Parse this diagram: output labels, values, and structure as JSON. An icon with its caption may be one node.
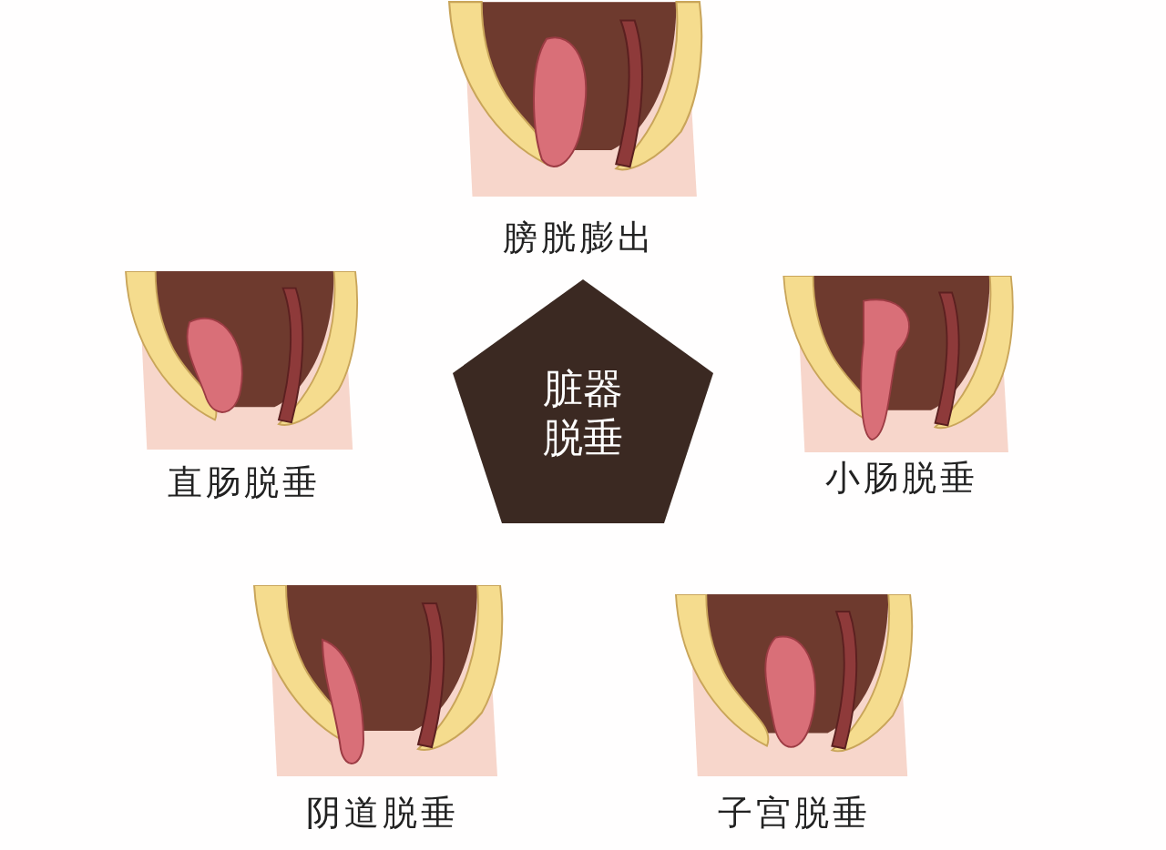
{
  "diagram": {
    "nodes": [
      {
        "text": [
          "脏器脱垂"
        ]
      }
    ],
    "edges": [],
    "labels": [
      "膀胱膨出",
      "直肠脱垂",
      "小肠脱垂",
      "阴道脱垂",
      "子宫脱垂"
    ]
  }
}
